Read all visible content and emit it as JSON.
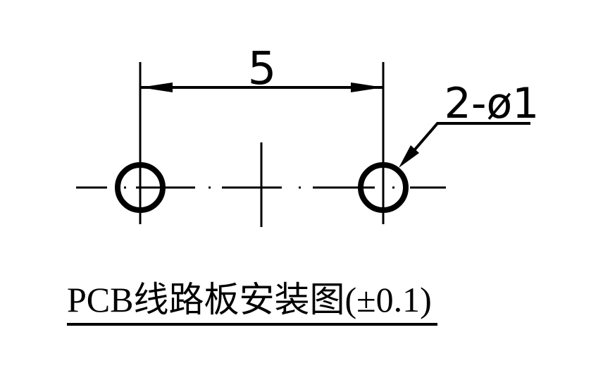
{
  "canvas": {
    "background": "#ffffff",
    "line_color": "#000000"
  },
  "dimension": {
    "value": "5"
  },
  "callout": {
    "label": "2-ø1"
  },
  "caption": {
    "text": "PCB线路板安装图(±0.1)"
  },
  "values": {
    "hole_count": "2",
    "hole_diameter": "1",
    "hole_spacing": "5",
    "tolerance": "±0.1"
  }
}
